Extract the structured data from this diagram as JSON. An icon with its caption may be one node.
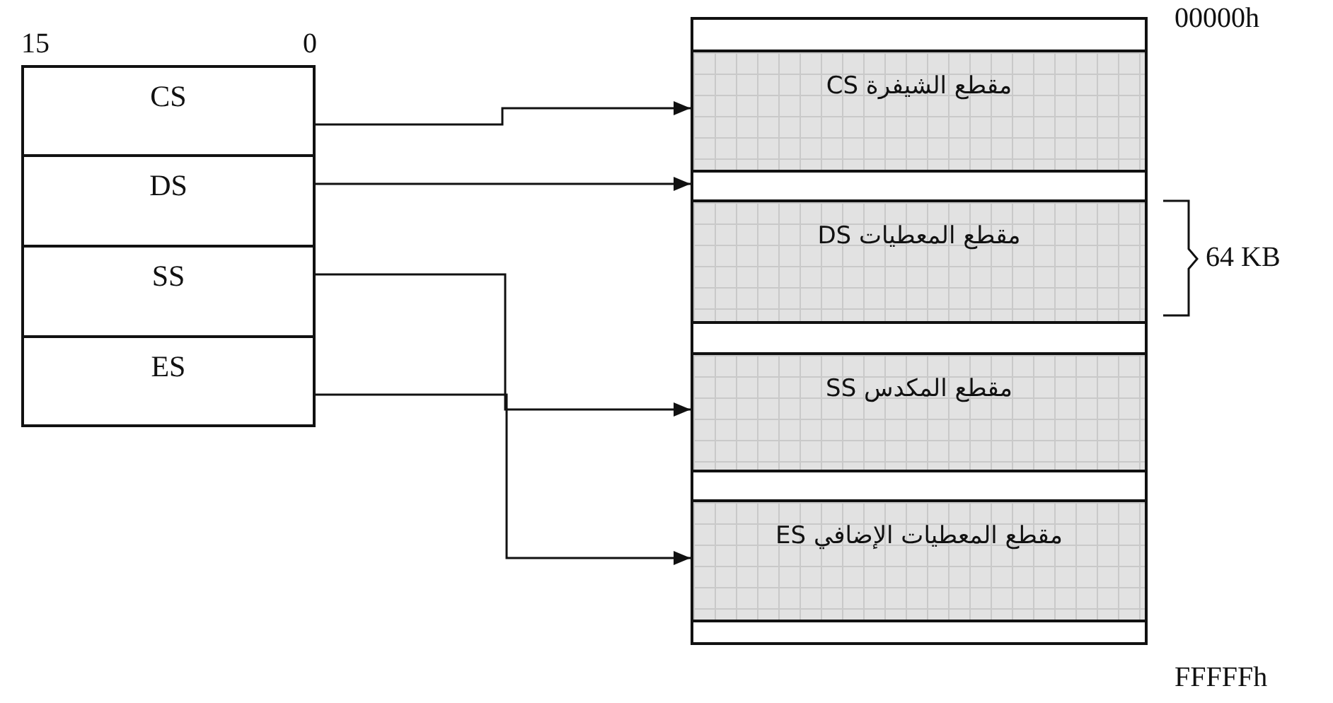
{
  "diagram": {
    "nodes": [
      {
        "text": [
          "CS"
        ]
      },
      {
        "text": [
          "DS"
        ]
      },
      {
        "text": [
          "SS"
        ]
      },
      {
        "text": [
          "ES"
        ]
      },
      {
        "text": [],
        "shape": "box",
        "beside": [
          "00000h",
          "FFFFFh"
        ]
      },
      {
        "text": [
          "مقطع الشيفرة CS"
        ],
        "in": 4
      },
      {
        "text": [
          "مقطع المعطيات DS"
        ],
        "in": 4
      },
      {
        "text": [
          "مقطع المكدس SS"
        ],
        "in": 4
      },
      {
        "text": [
          "مقطع المعطيات الإضافي ES"
        ],
        "in": 4
      }
    ],
    "edges": [
      {
        "from": 0,
        "to": 5,
        "arrow": "to"
      },
      {
        "from": 1,
        "to": 6,
        "arrow": "to"
      },
      {
        "from": 2,
        "to": 7,
        "arrow": "to"
      },
      {
        "from": 3,
        "to": 8,
        "arrow": "to"
      }
    ],
    "labels": [
      "15",
      "0",
      "64 KB"
    ]
  }
}
